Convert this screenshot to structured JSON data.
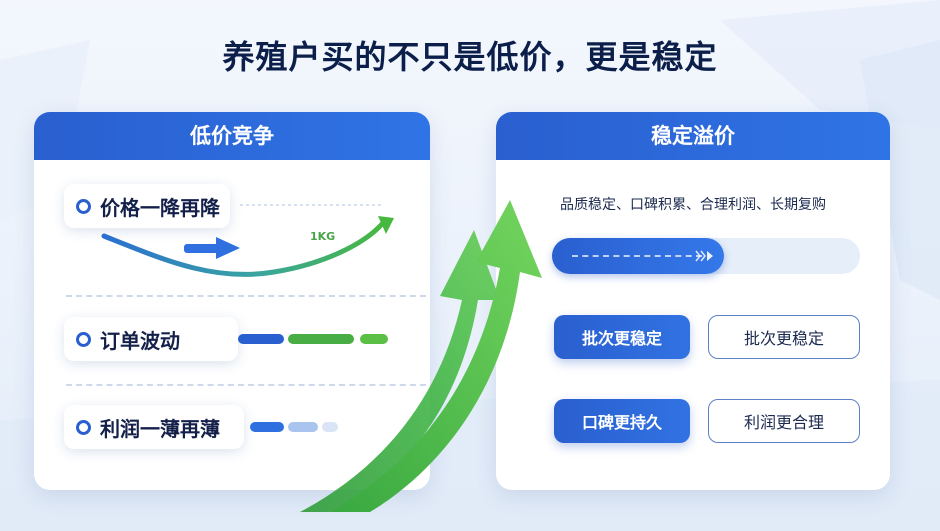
{
  "title": "养殖户买的不只是低价，更是稳定",
  "left_panel": {
    "header": "低价竞争",
    "items": [
      {
        "label": "价格一降再降"
      },
      {
        "label": "订单波动"
      },
      {
        "label": "利润一薄再薄"
      }
    ],
    "curve_label": "1KG"
  },
  "right_panel": {
    "header": "稳定溢价",
    "description": "品质稳定、口碑积累、合理利润、长期复购",
    "progress": 0.56,
    "rows": [
      {
        "primary": "批次更稳定",
        "secondary": "批次更稳定"
      },
      {
        "primary": "口碑更持久",
        "secondary": "利润更合理"
      }
    ]
  },
  "colors": {
    "primary_blue": "#2a5fcf",
    "green": "#3cb043",
    "title": "#0c1e4a"
  }
}
